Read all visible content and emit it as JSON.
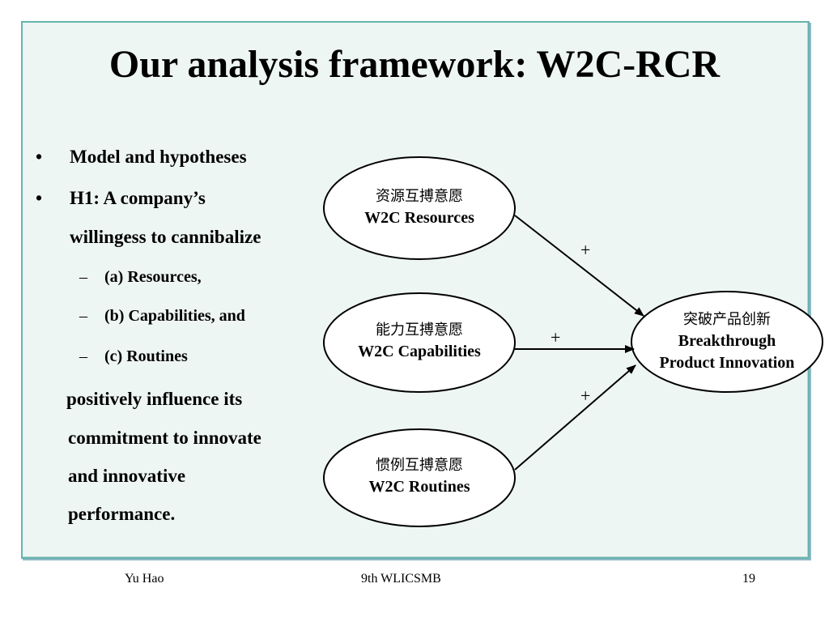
{
  "slide": {
    "title": "Our analysis framework: W2C-RCR",
    "bullets": [
      {
        "mark": "•",
        "text": "Model and hypotheses"
      },
      {
        "mark": "•",
        "text": "H1: A company’s",
        "cont": "willingess to cannibalize"
      }
    ],
    "sub_items": [
      {
        "dash": "–",
        "text": "(a) Resources,"
      },
      {
        "dash": "–",
        "text": "(b) Capabilities, and"
      },
      {
        "dash": "–",
        "text": "(c) Routines"
      }
    ],
    "conclusion_lines": [
      "positively influence its",
      "commitment to innovate",
      "and innovative",
      "performance."
    ]
  },
  "diagram": {
    "nodes": {
      "resources": {
        "cn": "资源互搏意愿",
        "en": "W2C Resources"
      },
      "capabilities": {
        "cn": "能力互搏意愿",
        "en": "W2C Capabilities"
      },
      "routines": {
        "cn": "惯例互搏意愿",
        "en": "W2C Routines"
      },
      "outcome": {
        "cn": "突破产品创新",
        "en1": "Breakthrough",
        "en2": "Product Innovation"
      }
    },
    "edge_signs": {
      "resources": "+",
      "capabilities": "+",
      "routines": "+"
    }
  },
  "footer": {
    "author": "Yu Hao",
    "event": "9th WLICSMB",
    "page": "19"
  }
}
